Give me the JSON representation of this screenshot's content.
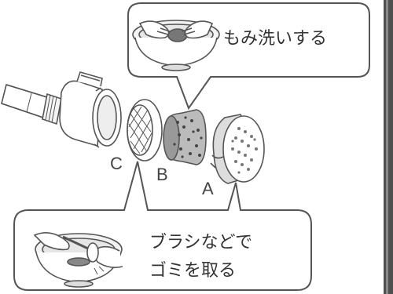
{
  "callouts": {
    "top_line": "もみ洗いする",
    "bottom_line1": "ブラシなどで",
    "bottom_line2": "ゴミを取る"
  },
  "parts": {
    "a": "A",
    "b": "B",
    "c": "C"
  },
  "colors": {
    "line": "#555555",
    "fill_light": "#eeeeee",
    "sidebar": "#4f4f4f"
  }
}
